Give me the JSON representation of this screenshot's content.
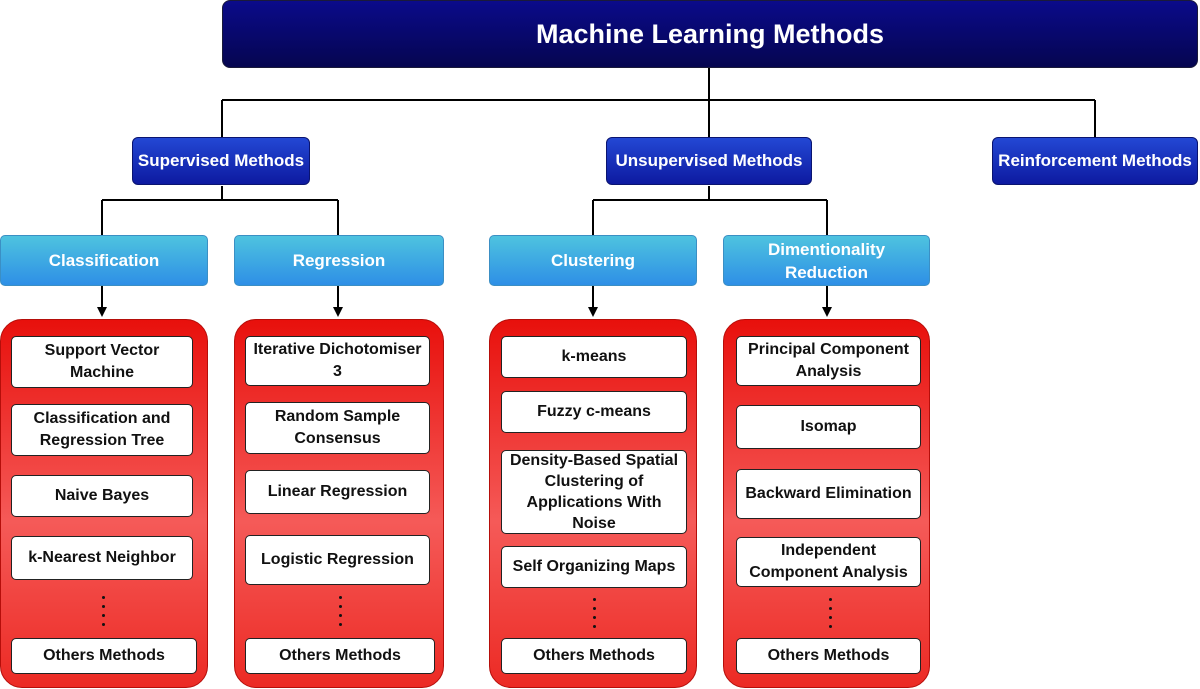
{
  "root": {
    "label": "Machine Learning Methods"
  },
  "categories": [
    {
      "label": "Supervised Methods"
    },
    {
      "label": "Unsupervised Methods"
    },
    {
      "label": "Reinforcement Methods"
    }
  ],
  "groups": [
    {
      "label": "Classification",
      "items": [
        "Support Vector Machine",
        "Classification and Regression Tree",
        "Naive Bayes",
        "k-Nearest Neighbor"
      ],
      "other": "Others Methods"
    },
    {
      "label": "Regression",
      "items": [
        "Iterative Dichotomiser 3",
        "Random Sample Consensus",
        "Linear Regression",
        "Logistic Regression"
      ],
      "other": "Others Methods"
    },
    {
      "label": "Clustering",
      "items": [
        "k-means",
        "Fuzzy c-means",
        "Density-Based Spatial Clustering of Applications With Noise",
        "Self Organizing Maps"
      ],
      "other": "Others Methods"
    },
    {
      "label": "Dimentionality Reduction",
      "items": [
        "Principal Component Analysis",
        "Isomap",
        "Backward Elimination",
        "Independent Component Analysis"
      ],
      "other": "Others Methods"
    }
  ],
  "colors": {
    "root": "#07076e",
    "category": "#1a2fc0",
    "group": "#3ea6e3",
    "panel": "#ee1c18"
  }
}
